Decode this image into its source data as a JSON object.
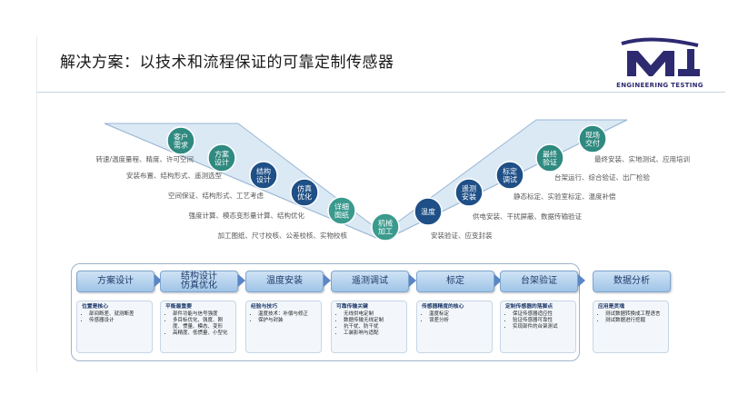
{
  "header": {
    "title": "解决方案：以技术和流程保证的可靠定制传感器",
    "logo_tagline": "ENGINEERING TESTING"
  },
  "process_v": {
    "left_bubbles": [
      {
        "label": "客户\n需求",
        "color": "#2f8a80"
      },
      {
        "label": "方案\n设计",
        "color": "#2f8a80"
      },
      {
        "label": "结构\n设计",
        "color": "#1e4f86"
      },
      {
        "label": "仿真\n优化",
        "color": "#1e4f86"
      },
      {
        "label": "详细\n图纸",
        "color": "#3a9a8e"
      },
      {
        "label": "机械\n加工",
        "color": "#3a9a8e"
      }
    ],
    "right_bubbles": [
      {
        "label": "温度",
        "color": "#1e4f86"
      },
      {
        "label": "遥测\n安装",
        "color": "#1e4f86"
      },
      {
        "label": "标定\n调试",
        "color": "#1e4f86"
      },
      {
        "label": "最终\n验证",
        "color": "#2f8a80"
      },
      {
        "label": "现场\n交付",
        "color": "#2f8a80"
      }
    ],
    "left_desc": [
      "转速/温度量程、精度、许可空间",
      "安装布置、结构形式、遥测选型",
      "空间保证、结构形式、工艺考虑",
      "强度计算、模态变形量计算、结构优化",
      "加工图纸、尺寸校核、公差校核、实物校核"
    ],
    "right_desc": [
      "最终安装、实地测试、应用培训",
      "台架运行、综合验证、出厂检验",
      "静态标定、实验室标定、温度补偿",
      "供电安装、干扰屏蔽、数据传输验证",
      "安装验证、应变封装"
    ]
  },
  "stages": [
    {
      "label": "方案设计",
      "title": "位置是核心",
      "items": [
        "部间断差、就测断差",
        "传感器设计"
      ]
    },
    {
      "label": "结构设计\n仿真优化",
      "title": "平衡最重要",
      "items": [
        "部件功能与信号强度",
        "多目标优化、强度、刚度、惯量、模态、变形",
        "高精度、低惯量、小型化"
      ]
    },
    {
      "label": "温度安装",
      "title": "经验与技巧",
      "items": [
        "温度技术：补偿与修正",
        "保护与封装"
      ]
    },
    {
      "label": "遥测调试",
      "title": "可靠传输关键",
      "items": [
        "无线供电定制",
        "数据传输无线定制",
        "抗干扰、防干扰",
        "工装影响与适配"
      ]
    },
    {
      "label": "标定",
      "title": "传感器精度的核心",
      "items": [
        "温度标定",
        "误差分析"
      ]
    },
    {
      "label": "台架验证",
      "title": "定制传感器的落脚点",
      "items": [
        "保证传感器适应性",
        "验证传感器可靠性",
        "实现部件的台架测试"
      ]
    },
    {
      "label": "数据分析",
      "title": "应用是灵魂",
      "items": [
        "测试数据转换成工程语言",
        "测试数据进行挖掘"
      ]
    }
  ]
}
